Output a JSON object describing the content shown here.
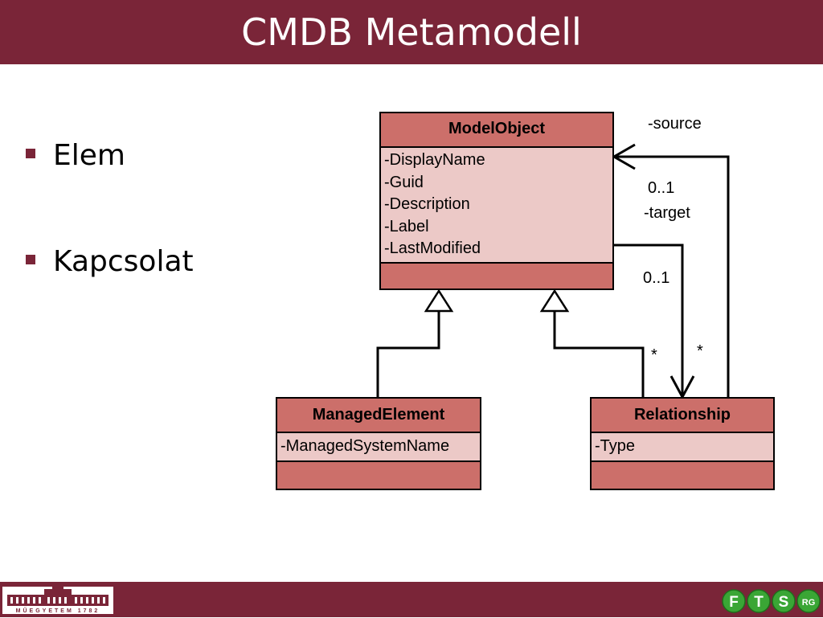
{
  "slide": {
    "title": "CMDB Metamodell",
    "bullets": [
      "Elem",
      "Kapcsolat"
    ]
  },
  "classes": {
    "model_object": {
      "name": "ModelObject",
      "attributes": [
        "-DisplayName",
        "-Guid",
        "-Description",
        "-Label",
        "-LastModified"
      ]
    },
    "managed_element": {
      "name": "ManagedElement",
      "attributes": [
        "-ManagedSystemName"
      ]
    },
    "relationship": {
      "name": "Relationship",
      "attributes": [
        "-Type"
      ]
    }
  },
  "associations": {
    "source_role": "-source",
    "target_role": "-target",
    "source_multiplicity": "0..1",
    "target_multiplicity": "0..1",
    "relationship_multiplicity_target": "*",
    "relationship_multiplicity_source": "*"
  },
  "footer": {
    "university_caption": "MŰEGYETEM 1782",
    "group_logo_letters": [
      "F",
      "T",
      "S",
      "RG"
    ]
  },
  "colors": {
    "brand": "#7a2538",
    "class_header": "#cc6f6a",
    "class_attrs": "#ecc9c7",
    "logo_green": "#3aa635"
  }
}
